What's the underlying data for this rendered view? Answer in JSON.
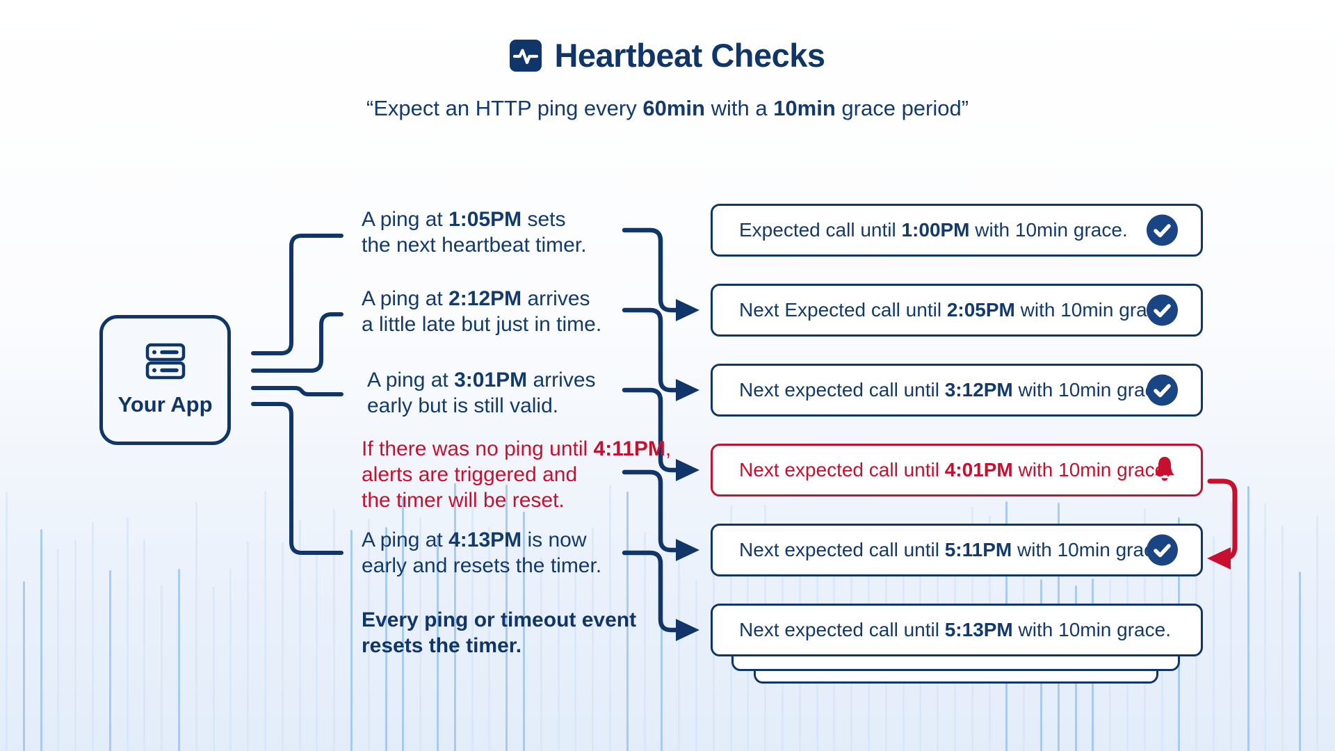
{
  "title": {
    "icon": "heartbeat-pulse",
    "text": "Heartbeat Checks"
  },
  "subtitle": {
    "pre": "“Expect an HTTP ping every ",
    "bold1": "60min",
    "mid": " with a ",
    "bold2": "10min",
    "post": " grace period”"
  },
  "app": {
    "label": "Your App"
  },
  "annotations": [
    {
      "lines": [
        {
          "pre": "A ping at ",
          "bold": "1:05PM",
          "post": " sets"
        },
        {
          "pre": "the next heartbeat timer.",
          "bold": "",
          "post": ""
        }
      ]
    },
    {
      "lines": [
        {
          "pre": "A ping at ",
          "bold": "2:12PM",
          "post": " arrives"
        },
        {
          "pre": "a little late but just in time.",
          "bold": "",
          "post": ""
        }
      ]
    },
    {
      "lines": [
        {
          "pre": "A ping at ",
          "bold": "3:01PM",
          "post": " arrives"
        },
        {
          "pre": "early but is still valid.",
          "bold": "",
          "post": ""
        }
      ]
    },
    {
      "lines": [
        {
          "pre": "If there was no ping until ",
          "bold": "4:11PM",
          "post": ","
        },
        {
          "pre": "alerts are triggered and",
          "bold": "",
          "post": ""
        },
        {
          "pre": "the timer will be reset.",
          "bold": "",
          "post": ""
        }
      ]
    },
    {
      "lines": [
        {
          "pre": "A ping at ",
          "bold": "4:13PM",
          "post": " is now"
        },
        {
          "pre": "early and resets the timer.",
          "bold": "",
          "post": ""
        }
      ]
    },
    {
      "lines": [
        {
          "pre": "",
          "bold": "Every ping or timeout event",
          "post": ""
        },
        {
          "pre": "",
          "bold": "resets the timer.",
          "post": ""
        }
      ]
    }
  ],
  "boxes": [
    {
      "pre": "Expected call until ",
      "time": "1:00PM",
      "post": " with 10min grace.",
      "icon": "check",
      "state": "ok"
    },
    {
      "pre": "Next Expected call until ",
      "time": "2:05PM",
      "post": " with 10min grace.",
      "icon": "check",
      "state": "ok"
    },
    {
      "pre": "Next expected call until ",
      "time": "3:12PM",
      "post": " with 10min grace.",
      "icon": "check",
      "state": "ok"
    },
    {
      "pre": "Next expected call until ",
      "time": "4:01PM",
      "post": " with 10min grace.",
      "icon": "bell",
      "state": "alert"
    },
    {
      "pre": "Next expected call until ",
      "time": "5:11PM",
      "post": " with 10min grace.",
      "icon": "check",
      "state": "ok"
    },
    {
      "pre": "Next expected call until ",
      "time": "5:13PM",
      "post": " with 10min grace.",
      "icon": "none",
      "state": "pending"
    }
  ],
  "colors": {
    "navy": "#103568",
    "navy_text": "#123a6d",
    "check_circle": "#1a4585",
    "red": "#c8102e",
    "box_bg": "#ffffff",
    "app_bg": "#f5f8fc",
    "bg_top": "#ffffff",
    "bg_bottom": "#e3edfa",
    "bar_light": "#d4e3f6",
    "bar_dark": "#a6c8ec"
  },
  "background": {
    "bars": {
      "count": 77,
      "spacing": 24.8,
      "width": 3,
      "min_height": 235,
      "max_height": 385
    }
  }
}
